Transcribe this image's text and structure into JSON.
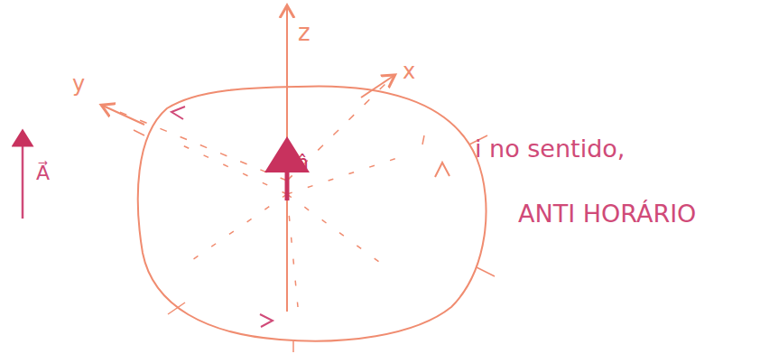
{
  "diagram": {
    "labels": [
      "z",
      "x",
      "y",
      "A⃗",
      "n̂",
      "i no sentido,",
      "ANTI HORÁRIO"
    ]
  }
}
